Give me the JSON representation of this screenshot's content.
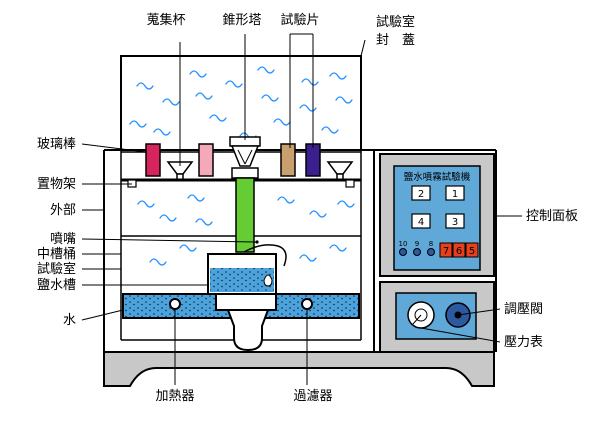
{
  "labels": {
    "collector_cup": "蒐集杯",
    "cone_tower": "錐形塔",
    "test_piece": "試驗片",
    "chamber_lid_line1": "試驗室",
    "chamber_lid_line2": "封　蓋",
    "glass_rod": "玻璃棒",
    "rack": "置物架",
    "exterior": "外部",
    "nozzle": "噴嘴",
    "middle_trough": "中槽桶",
    "test_chamber": "試驗室",
    "salt_water_tank": "鹽水槽",
    "water": "水",
    "heater": "加熱器",
    "filter": "過濾器",
    "control_panel": "控制面板",
    "pressure_valve": "調壓閥",
    "pressure_gauge": "壓力表"
  },
  "panel": {
    "title": "鹽水噴霧試驗機",
    "buttons": [
      "2",
      "1",
      "4",
      "3"
    ],
    "indicators": [
      "10",
      "9",
      "8"
    ],
    "digits": [
      "7",
      "6",
      "5"
    ]
  },
  "colors": {
    "steam": "#1e90ff",
    "water": "#4aa3df",
    "nozzle_tube": "#66cc33",
    "cabinet": "#c8c8c8",
    "panel_bg": "#5fa8d8",
    "digit_bg": "#e8401c",
    "specimens": [
      "#d6245c",
      "#f5a9b8",
      "#c8a070",
      "#3a1f8f"
    ]
  }
}
